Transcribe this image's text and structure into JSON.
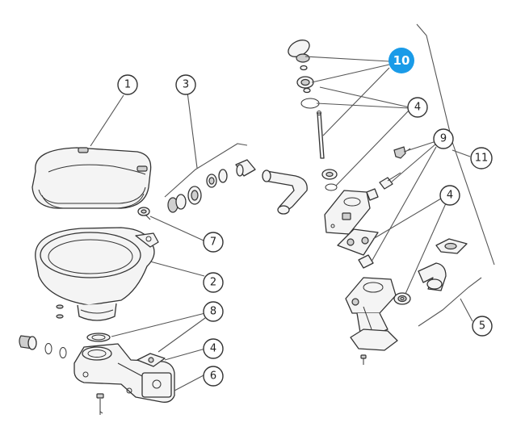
{
  "callouts": {
    "c1": "1",
    "c2": "2",
    "c3": "3",
    "c4a": "4",
    "c4b": "4",
    "c4c": "4",
    "c5": "5",
    "c6": "6",
    "c7": "7",
    "c8": "8",
    "c9": "9",
    "c10": "10",
    "c11": "11"
  },
  "colors": {
    "highlight": "#1a9be8",
    "line": "#333333"
  }
}
